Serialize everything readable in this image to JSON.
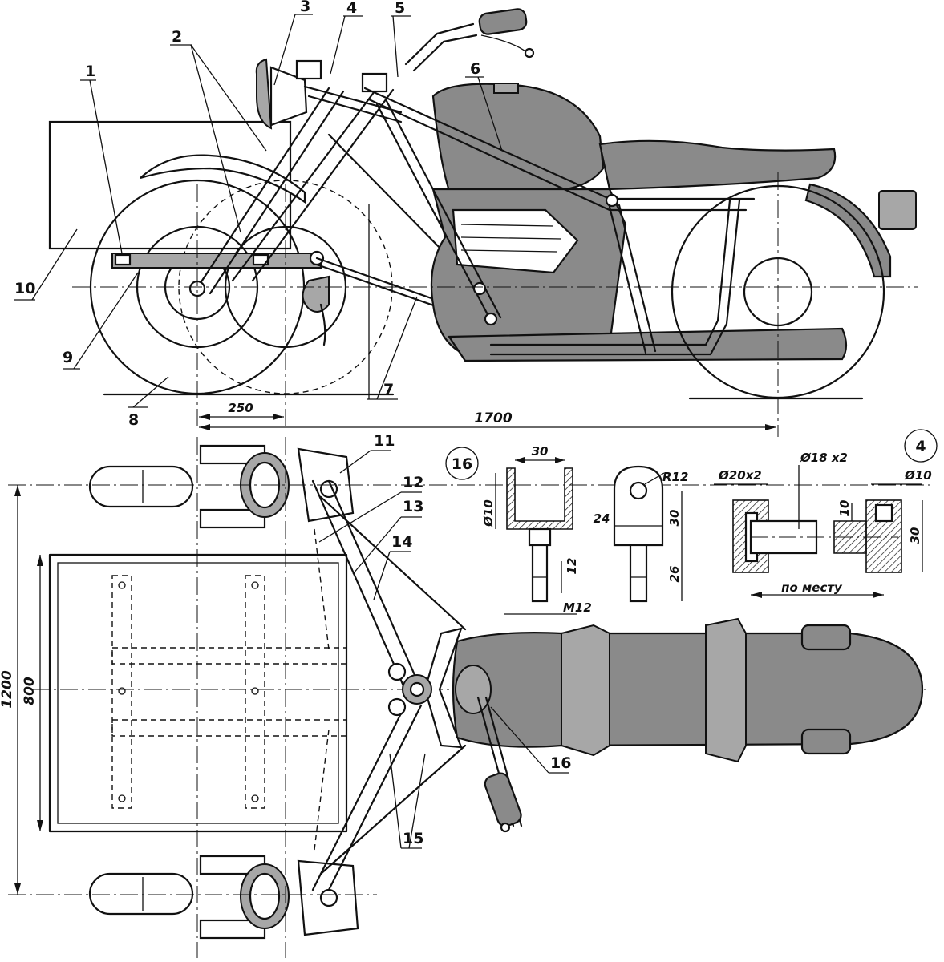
{
  "callouts": [
    "1",
    "2",
    "3",
    "4",
    "5",
    "6",
    "7",
    "8",
    "9",
    "10",
    "11",
    "12",
    "13",
    "14",
    "15",
    "16"
  ],
  "dimensions": {
    "front_offset": "250",
    "wheelbase": "1700",
    "track_width": "1200",
    "platform_width": "800"
  },
  "detail16": {
    "tag": "16",
    "inner_width": "30",
    "pin_diameter": "Ø10",
    "thread": "M12",
    "thread_length": "12",
    "radius": "R12",
    "plate_width": "24",
    "plate_height": "30",
    "shank_length": "26"
  },
  "detail4": {
    "tag": "4",
    "tube_large": "Ø20x2",
    "tube_small": "Ø18 x2",
    "hole": "Ø10",
    "offset": "10",
    "height": "30",
    "length_note": "по месту"
  }
}
